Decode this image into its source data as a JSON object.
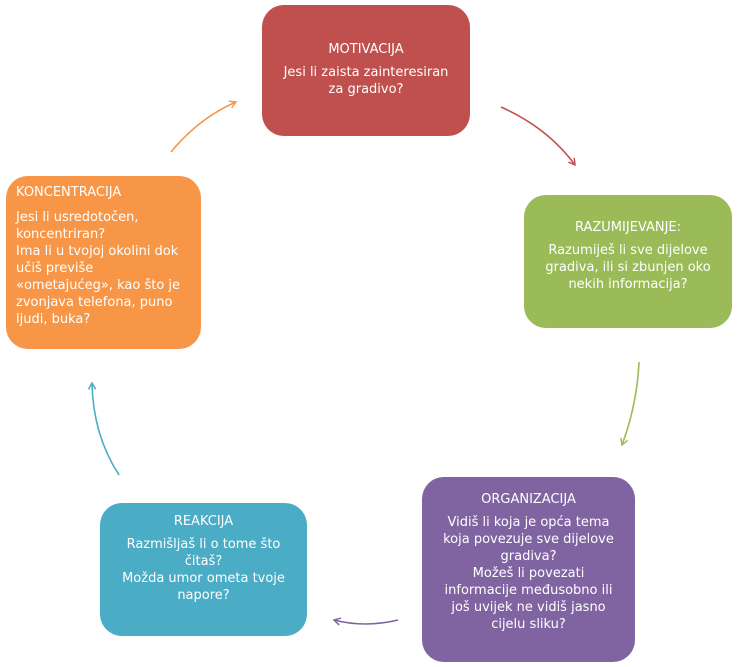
{
  "colors": {
    "motivacija": "#c0504d",
    "razumijevanje": "#9bbb59",
    "organizacija": "#8064a2",
    "reakcija": "#4bacc6",
    "koncentracija": "#f79646"
  },
  "nodes": {
    "motivacija": {
      "title": "MOTIVACIJA",
      "lines": [
        "Jesi li zaista zainteresiran",
        "za gradivo?"
      ]
    },
    "razumijevanje": {
      "title": "RAZUMIJEVANJE:",
      "lines": [
        "Razumiješ li sve dijelove",
        "gradiva, ili si zbunjen oko",
        "nekih informacija?"
      ]
    },
    "organizacija": {
      "title": "ORGANIZACIJA",
      "lines": [
        "Vidiš li koja je opća tema",
        "koja povezuje sve dijelove",
        "gradiva?",
        "Možeš li povezati",
        "informacije međusobno ili",
        "još uvijek ne vidiš jasno",
        "cijelu sliku?"
      ]
    },
    "reakcija": {
      "title": "REAKCIJA",
      "lines": [
        "Razmišljaš li o tome što",
        "čitaš?",
        "Možda umor ometa tvoje",
        "napore?"
      ]
    },
    "koncentracija": {
      "title": "KONCENTRACIJA",
      "lines": [
        "Jesi li usredotočen,",
        "koncentriran?",
        "Ima li u tvojoj okolini dok",
        "učiš previše",
        "«ometajućeg», kao što je",
        "zvonjava telefona, puno",
        "ljudi, buka?"
      ]
    }
  }
}
